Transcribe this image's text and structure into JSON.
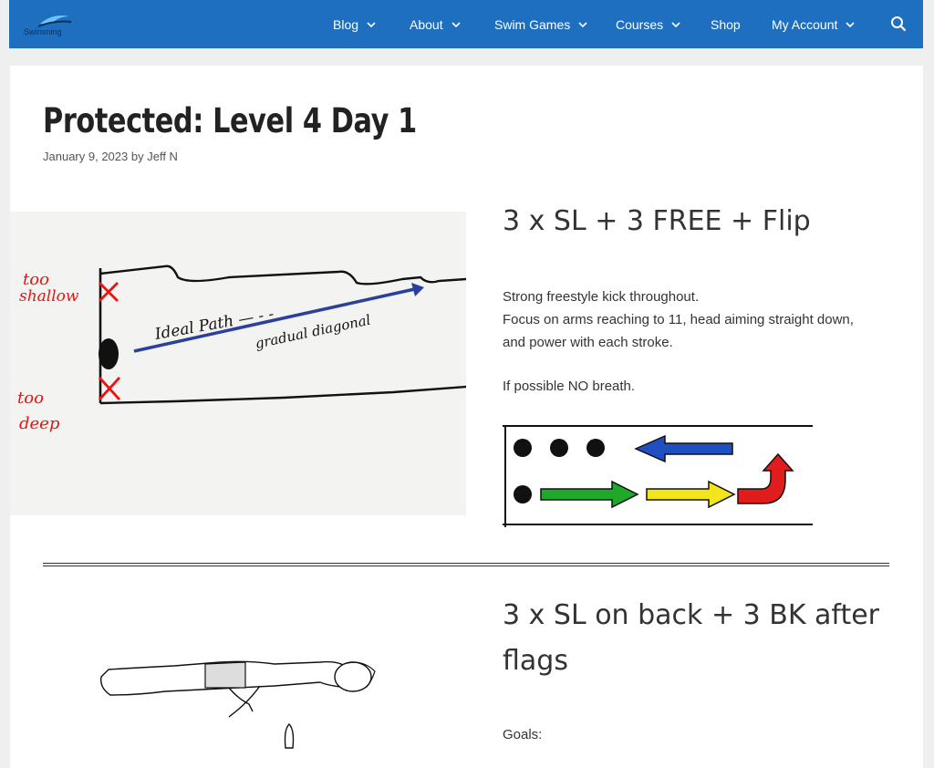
{
  "site": {
    "logo_text": "Swimming"
  },
  "nav": {
    "items": [
      {
        "label": "Blog",
        "has_dropdown": true
      },
      {
        "label": "About",
        "has_dropdown": true
      },
      {
        "label": "Swim Games",
        "has_dropdown": true
      },
      {
        "label": "Courses",
        "has_dropdown": true
      },
      {
        "label": "Shop",
        "has_dropdown": false
      },
      {
        "label": "My Account",
        "has_dropdown": true
      }
    ],
    "search_icon": "search-icon",
    "color": "#1e6fbf"
  },
  "post": {
    "title": "Protected: Level 4 Day 1",
    "date": "January 9, 2023",
    "by": "by",
    "author": "Jeff N"
  },
  "section1": {
    "image_annotations": {
      "label_top": [
        "too",
        "shallow"
      ],
      "label_bottom": [
        "too",
        "deep"
      ],
      "path_label": "Ideal Path — - -",
      "path_sublabel": "gradual diagonal"
    },
    "heading": "3 x SL + 3 FREE + Flip",
    "lines": [
      "Strong freestyle kick throughout.",
      "Focus on arms reaching to 11, head aiming straight down,",
      "and power with each stroke."
    ],
    "note": "If possible NO breath."
  },
  "section2": {
    "heading_lines": [
      "3 x SL on back + 3 BK after",
      "flags"
    ],
    "goals_label": "Goals:"
  }
}
